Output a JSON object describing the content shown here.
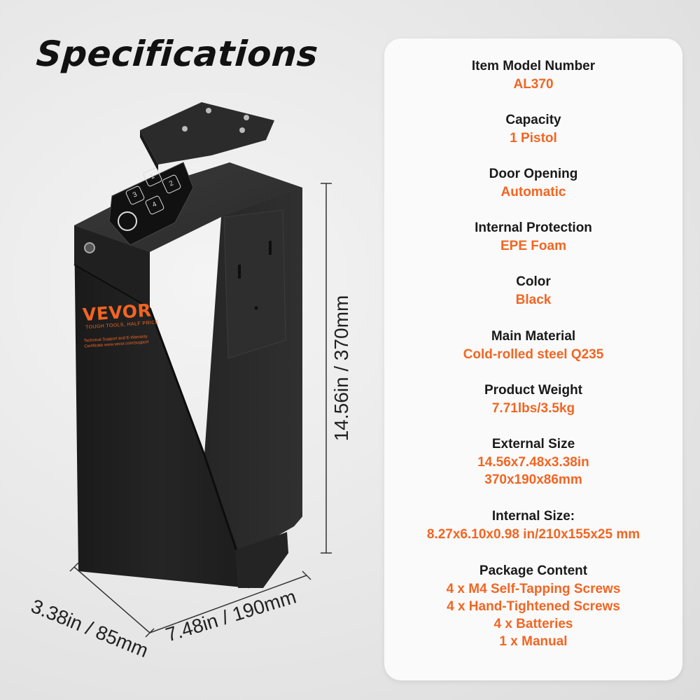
{
  "heading": "Specifications",
  "brand": {
    "logo": "VEVOR",
    "slogan": "TOUGH TOOLS, HALF PRICE",
    "note": "Technical Support and E-Warranty Certificate www.vevor.com/support"
  },
  "keypad": {
    "keys": [
      "1",
      "2",
      "3",
      "4"
    ],
    "icon": "fingerprint-icon"
  },
  "dimensions": {
    "height": "14.56in / 370mm",
    "width": "7.48in / 190mm",
    "depth": "3.38in / 85mm"
  },
  "colors": {
    "accent": "#f26522",
    "label": "#1a1a1a",
    "panel": "#fafafa",
    "body": "#1c1c1c"
  },
  "specs": [
    {
      "label": "Item Model Number",
      "values": [
        "AL370"
      ]
    },
    {
      "label": "Capacity",
      "values": [
        "1 Pistol"
      ]
    },
    {
      "label": "Door Opening",
      "values": [
        "Automatic"
      ]
    },
    {
      "label": "Internal Protection",
      "values": [
        "EPE Foam"
      ]
    },
    {
      "label": "Color",
      "values": [
        "Black"
      ]
    },
    {
      "label": "Main Material",
      "values": [
        "Cold-rolled steel Q235"
      ]
    },
    {
      "label": "Product Weight",
      "values": [
        "7.71lbs/3.5kg"
      ]
    },
    {
      "label": "External Size",
      "values": [
        "14.56x7.48x3.38in",
        "370x190x86mm"
      ]
    },
    {
      "label": "Internal Size:",
      "values": [
        "8.27x6.10x0.98 in/210x155x25 mm"
      ]
    },
    {
      "label": "Package Content",
      "values": [
        "4 x M4 Self-Tapping Screws",
        "4 x Hand-Tightened Screws",
        "4 x Batteries",
        "1 x Manual"
      ]
    }
  ]
}
